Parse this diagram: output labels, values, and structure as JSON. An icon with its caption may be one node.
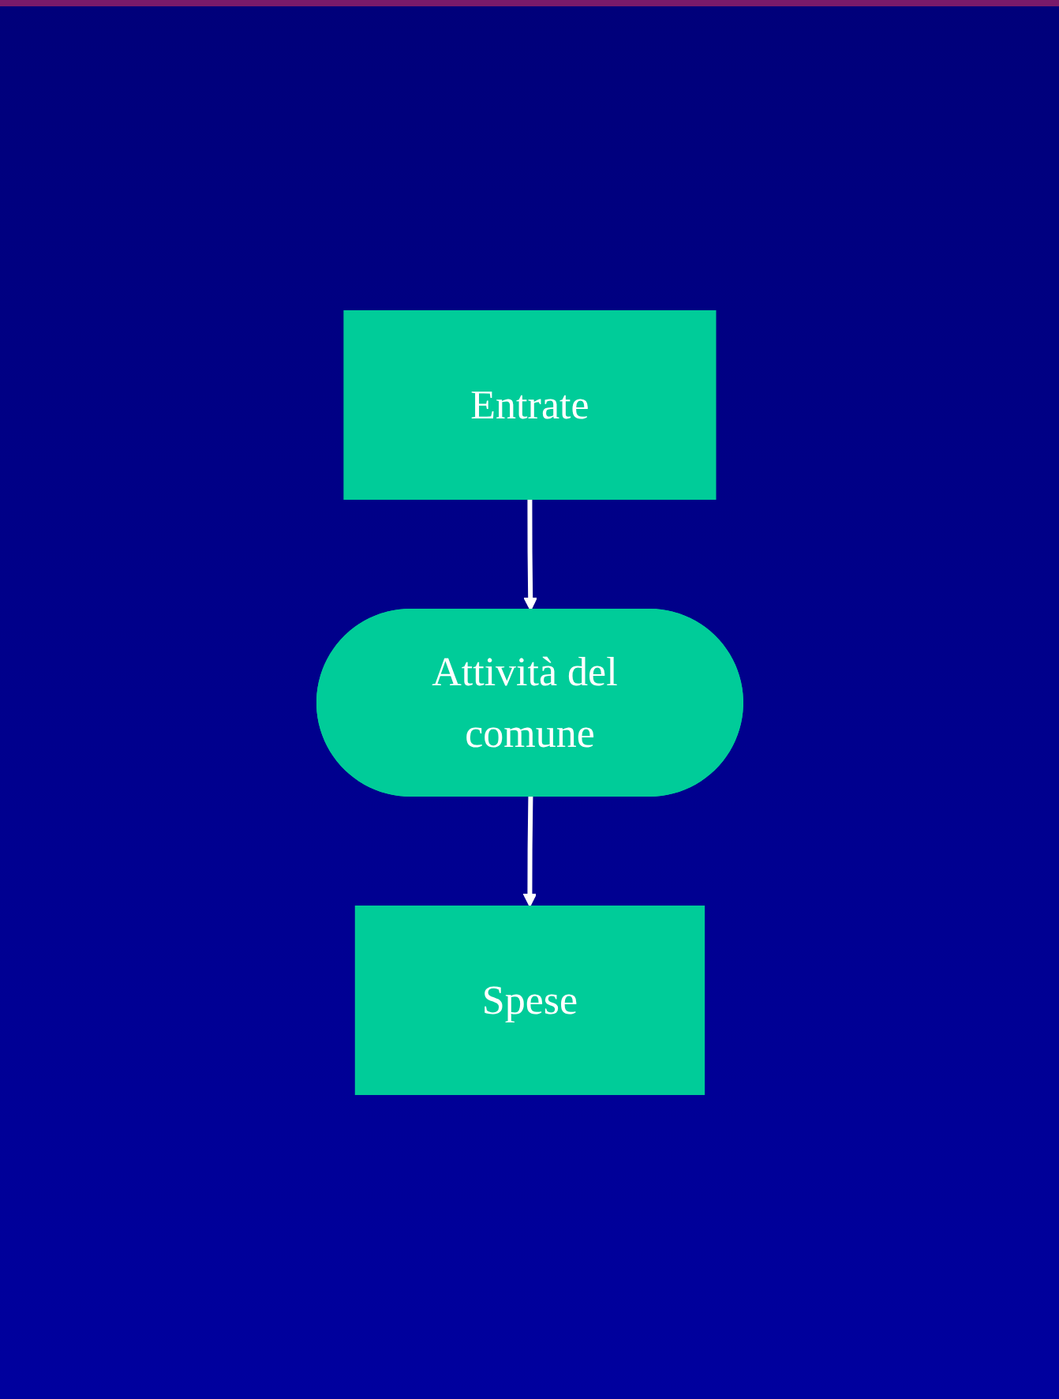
{
  "diagram": {
    "nodes": [
      {
        "text": [
          "Entrate"
        ]
      },
      {
        "text": [
          "Attività del comune"
        ]
      },
      {
        "text": [
          "Spese"
        ]
      }
    ],
    "edges": [
      {
        "from": 0,
        "to": 1,
        "arrow": "to"
      },
      {
        "from": 1,
        "to": 2,
        "arrow": "to"
      }
    ]
  }
}
